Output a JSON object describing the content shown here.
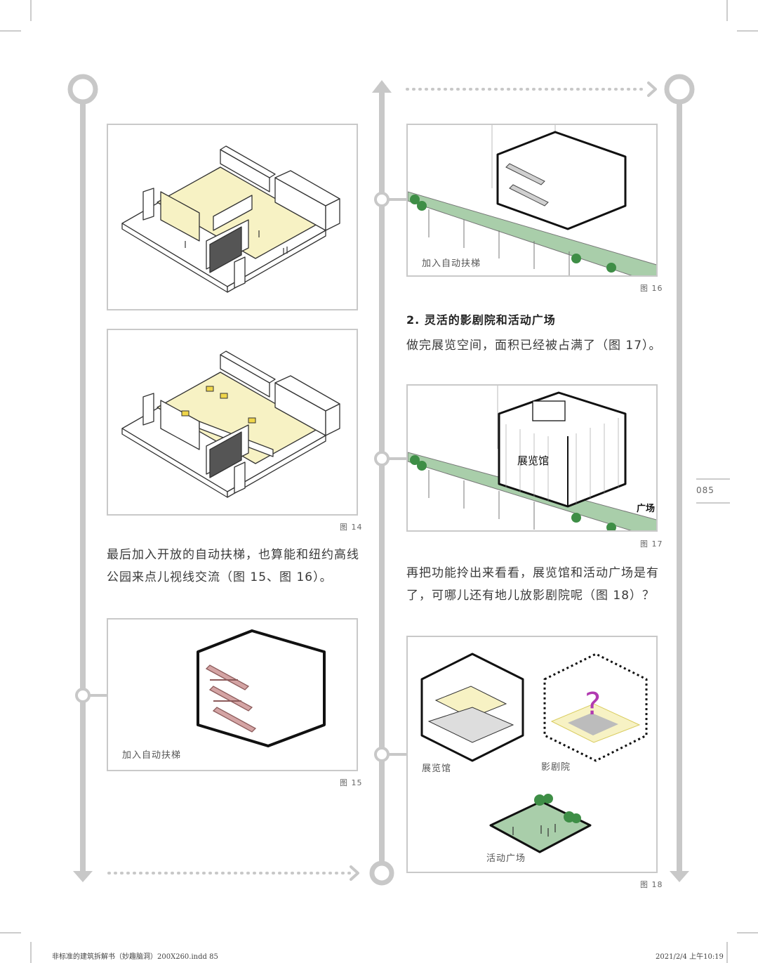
{
  "page_number": "085",
  "left": {
    "fig14_caption": "图 14",
    "paragraph_line1": "最后加入开放的自动扶梯，也算能和纽约高线",
    "paragraph_line2": "公园来点儿视线交流（图 15、图 16）。",
    "fig15_label": "加入自动扶梯",
    "fig15_caption": "图 15"
  },
  "right": {
    "fig16_label": "加入自动扶梯",
    "fig16_caption": "图 16",
    "section_heading": "2. 灵活的影剧院和活动广场",
    "paragraph1": "做完展览空间，面积已经被占满了（图 17）。",
    "fig17_building_label": "展览馆",
    "fig17_plaza_label": "广场",
    "fig17_caption": "图 17",
    "paragraph2_line1": "再把功能拎出来看看，展览馆和活动广场是有",
    "paragraph2_line2": "了，可哪儿还有地儿放影剧院呢（图 18）？",
    "fig18_exhibition_label": "展览馆",
    "fig18_theater_label": "影剧院",
    "fig18_question_mark": "?",
    "fig18_plaza_label": "活动广场",
    "fig18_caption": "图 18"
  },
  "footer": {
    "file_info": "非标准的建筑拆解书（妙趣脑洞）200X260.indd   85",
    "timestamp": "2021/2/4   上午10:19"
  },
  "colors": {
    "timeline_gray": "#c8c8c8",
    "pale_yellow": "#f7f2c4",
    "walkway_green": "#a9ceaa",
    "tree_green": "#3e8e46",
    "escalator_pink": "#d4a4a4",
    "plaza_green": "#a9ceaa",
    "question_magenta": "#b13ab1"
  }
}
